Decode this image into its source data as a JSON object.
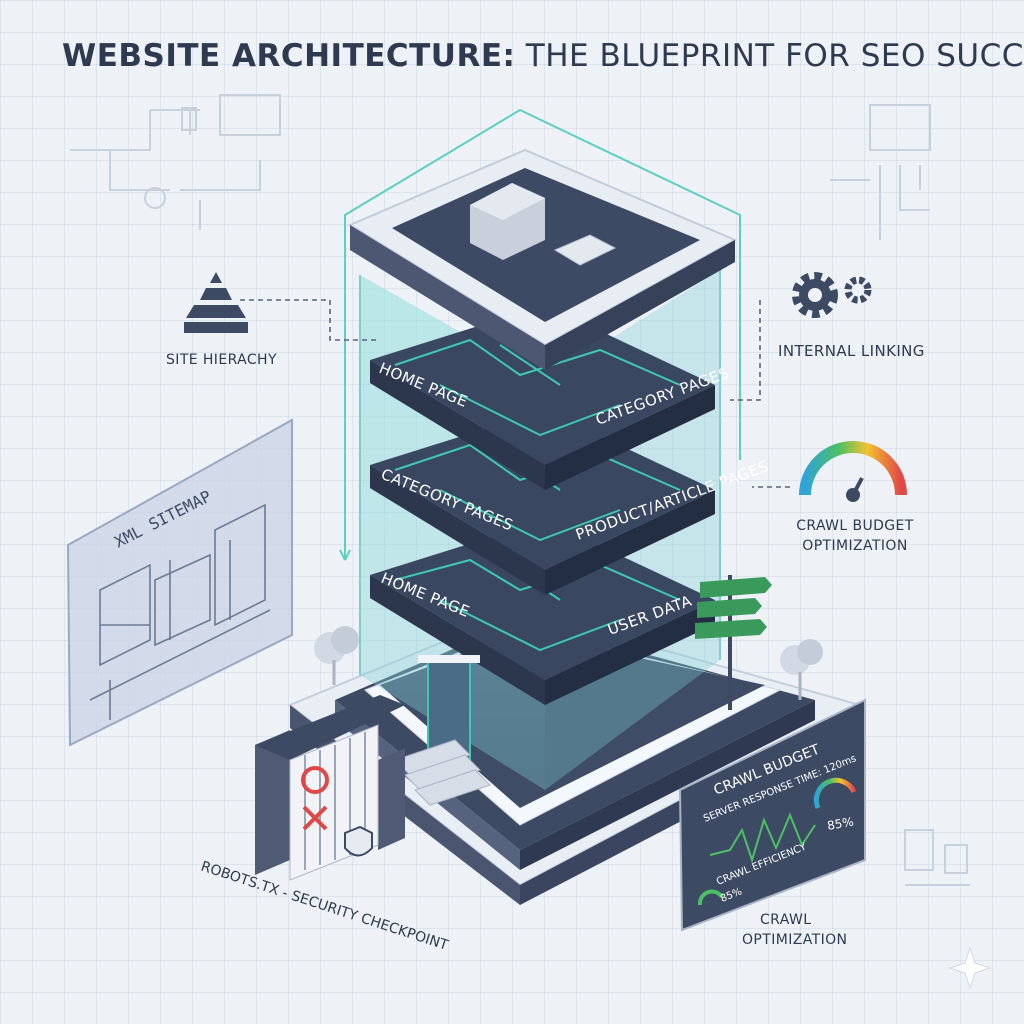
{
  "title": {
    "bold": "WEBSITE ARCHITECTURE:",
    "light": "THE BLUEPRINT FOR SEO SUCCESS"
  },
  "labels": {
    "site_hierarchy": "SITE HIERACHY",
    "internal_linking": "INTERNAL LINKING",
    "crawl_budget_optimization_line1": "CRAWL BUDGET",
    "crawl_budget_optimization_line2": "OPTIMIZATION",
    "xml_sitemap": "XML SITEMAP",
    "robots_checkpoint": "ROBOTS.TX - SECURITY CHECKPOINT",
    "crawl_optimization_line1": "CRAWL",
    "crawl_optimization_line2": "OPTIMIZATION"
  },
  "floors": [
    {
      "left": "HOME PAGE",
      "right": "CATEGORY PAGES"
    },
    {
      "left": "CATEGORY PAGES",
      "right": "PRODUCT/ARTICLE PAGES"
    },
    {
      "left": "HOME PAGE",
      "right": "USER DATA"
    }
  ],
  "dashboard": {
    "title": "CRAWL BUDGET",
    "response": "SERVER RESPONSE TIME: 120ms",
    "percent": "85%",
    "efficiency_label": "CRAWL EFFICIENCY",
    "efficiency_value": "85%"
  },
  "colors": {
    "accent": "#3fc8b0",
    "dark": "#3d4a63",
    "glass": "#8fe0dd",
    "gauge_red": "#e04848",
    "gauge_green": "#4cc064",
    "gauge_blue": "#2fa4d8",
    "sign_green": "#3a9a5c"
  },
  "icons": [
    "pyramid-icon",
    "gear-icon",
    "gauge-icon",
    "shield-icon",
    "x-mark-icon",
    "signpost-icon",
    "tree-icon",
    "sparkle-icon"
  ]
}
